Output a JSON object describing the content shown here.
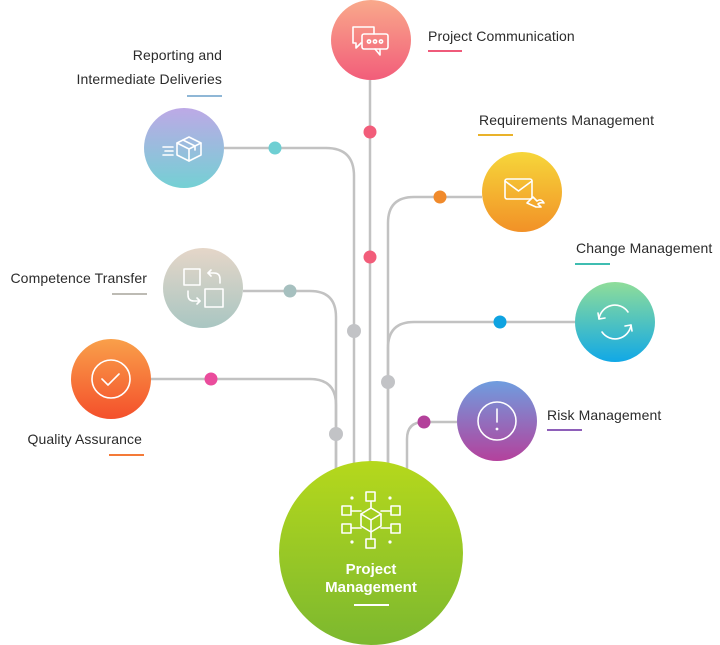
{
  "diagram": {
    "center": {
      "title_line1": "Project",
      "title_line2": "Management",
      "icon": "network-cube-icon",
      "gradient": [
        "#b5d81c",
        "#7cb82f"
      ]
    },
    "nodes": [
      {
        "id": "project-communication",
        "label": "Project Communication",
        "icon": "chat-bubbles-icon",
        "gradient": [
          "#f9a98b",
          "#f25d7a"
        ],
        "accent": "#ef5a7a",
        "dot_color": "#f25d7a"
      },
      {
        "id": "reporting",
        "label_line1": "Reporting and",
        "label_line2": "Intermediate Deliveries",
        "icon": "delivery-box-icon",
        "gradient": [
          "#bda9e6",
          "#74d0d4"
        ],
        "accent": "#8fb7d6",
        "dot_color": "#6ecfd3"
      },
      {
        "id": "requirements-management",
        "label": "Requirements Management",
        "icon": "email-reply-icon",
        "gradient": [
          "#f6d63a",
          "#f29127"
        ],
        "accent": "#e9b22a",
        "dot_color": "#f08a2b"
      },
      {
        "id": "change-management",
        "label": "Change Management",
        "icon": "refresh-cycle-icon",
        "gradient": [
          "#8fdd99",
          "#11a8e6"
        ],
        "accent": "#3fbdb1",
        "dot_color": "#0fa3e1"
      },
      {
        "id": "competence-transfer",
        "label": "Competence Transfer",
        "icon": "swap-squares-icon",
        "gradient": [
          "#e5d6c8",
          "#a9c6c2"
        ],
        "accent": "#bdbbb4",
        "dot_color": "#a6c0bf"
      },
      {
        "id": "quality-assurance",
        "label": "Quality Assurance",
        "icon": "check-circle-icon",
        "gradient": [
          "#f9a04a",
          "#f4502b"
        ],
        "accent": "#f47a38",
        "dot_color": "#ea4c9c"
      },
      {
        "id": "risk-management",
        "label": "Risk Management",
        "icon": "alert-circle-icon",
        "gradient": [
          "#6f9ddf",
          "#b4419c"
        ],
        "accent": "#8e5fb9",
        "dot_color": "#b3409a"
      }
    ],
    "connector_color": "#c2c2c2",
    "junction_color": "#c2c3c6",
    "trunk_dot_color": "#f25d7a"
  }
}
